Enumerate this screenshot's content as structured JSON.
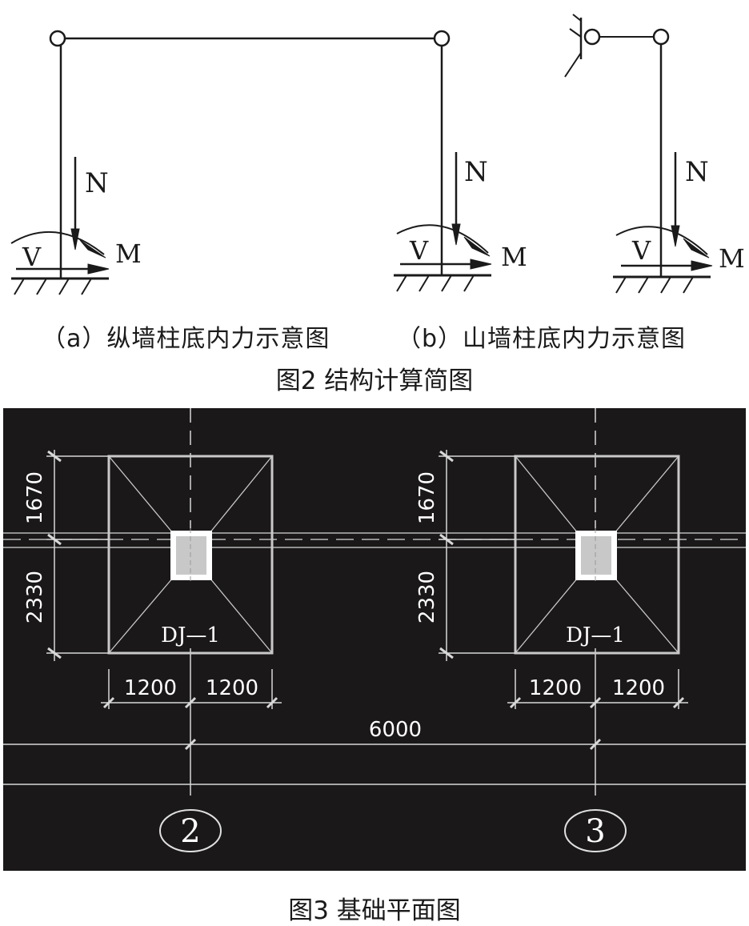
{
  "figure2": {
    "caption_a": "（a）纵墙柱底内力示意图",
    "caption_b": "（b）山墙柱底内力示意图",
    "title": "图2 结构计算简图",
    "force_labels": {
      "axial": "N",
      "moment": "M",
      "shear": "V"
    }
  },
  "figure3": {
    "title": "图3 基础平面图",
    "foundation_label": "DJ—1",
    "dim_top": "1670",
    "dim_bottom": "2330",
    "dim_half_width": "1200",
    "span": "6000",
    "axes": [
      "2",
      "3"
    ]
  },
  "colors": {
    "cad_background": "#1a1818",
    "cad_line": "#d8d8d8",
    "column_fill": "#c8c8c8"
  }
}
